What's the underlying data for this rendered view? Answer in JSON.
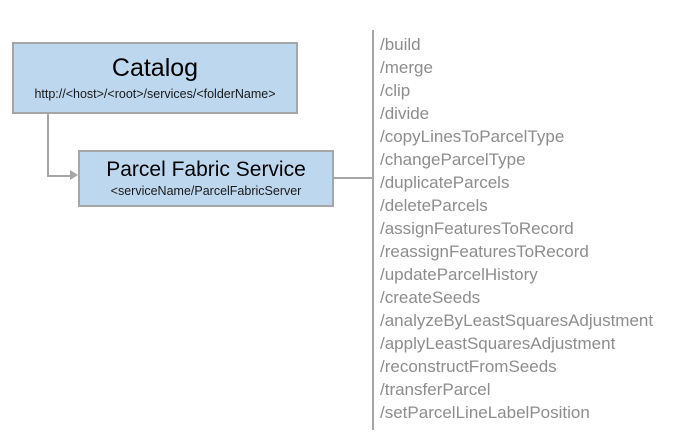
{
  "diagram": {
    "type": "service-endpoint-diagram",
    "colors": {
      "node_fill": "#bdd7ee",
      "node_border": "#a6a6a6",
      "connector": "#a6a6a6",
      "operation_text": "#8d8d8d",
      "background": "#ffffff"
    },
    "nodes": [
      {
        "id": "catalog",
        "title": "Catalog",
        "subtitle": "http://<host>/<root>/services/<folderName>"
      },
      {
        "id": "parcel-fabric-service",
        "title": "Parcel Fabric Service",
        "subtitle": "<serviceName/ParcelFabricServer"
      }
    ],
    "operations": [
      "/build",
      "/merge",
      "/clip",
      "/divide",
      "/copyLinesToParcelType",
      "/changeParcelType",
      "/duplicateParcels",
      "/deleteParcels",
      "/assignFeaturesToRecord",
      "/reassignFeaturesToRecord",
      "/updateParcelHistory",
      "/createSeeds",
      "/analyzeByLeastSquaresAdjustment",
      "/applyLeastSquaresAdjustment",
      "/reconstructFromSeeds",
      "/transferParcel",
      "/setParcelLineLabelPosition"
    ]
  }
}
